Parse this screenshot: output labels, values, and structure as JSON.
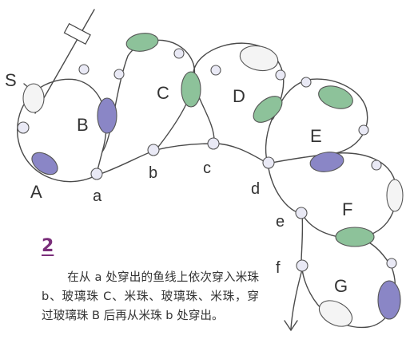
{
  "labels": {
    "start": "S",
    "glass": [
      "A",
      "B",
      "C",
      "D",
      "E",
      "F",
      "G"
    ],
    "seed": [
      "a",
      "b",
      "c",
      "d",
      "e",
      "f"
    ]
  },
  "step": {
    "number": "2",
    "text": "在从 a 处穿出的鱼线上依次穿入米珠 b、玻璃珠 C、米珠、玻璃珠、米珠，穿过玻璃珠 B 后再从米珠 b 处穿出。"
  },
  "colors": {
    "purple_bead": "#8a86c6",
    "green_bead": "#8dc29a",
    "step_number": "#7a2e7a"
  }
}
